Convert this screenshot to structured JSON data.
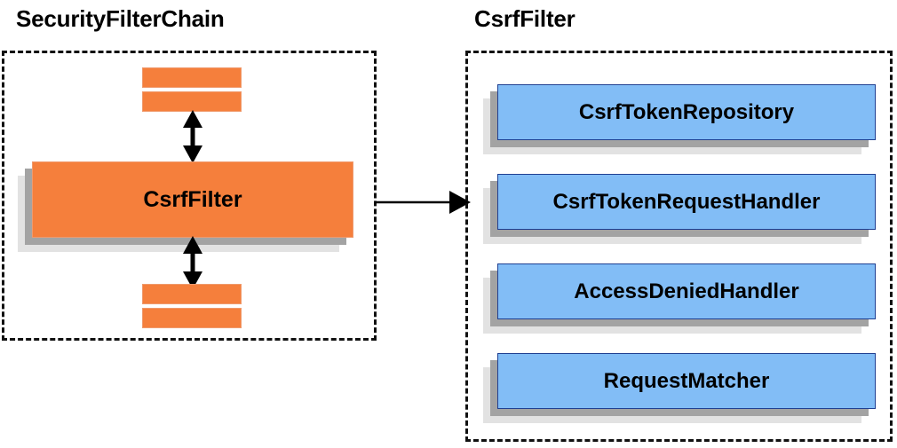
{
  "diagram": {
    "type": "component-diagram",
    "background_color": "#ffffff",
    "panels": [
      {
        "id": "security-filter-chain",
        "title": "SecurityFilterChain",
        "border_style": "dashed",
        "border_color": "#111111",
        "items": [
          {
            "id": "filter-bar-top-1",
            "label": "",
            "color": "#f57f3c"
          },
          {
            "id": "filter-bar-top-2",
            "label": "",
            "color": "#f57f3c"
          },
          {
            "id": "csrf-filter",
            "label": "CsrfFilter",
            "color": "#f57f3c"
          },
          {
            "id": "filter-bar-bottom-1",
            "label": "",
            "color": "#f57f3c"
          },
          {
            "id": "filter-bar-bottom-2",
            "label": "",
            "color": "#f57f3c"
          }
        ],
        "connectors": [
          {
            "id": "link-above-csrf-filter",
            "style": "double-headed-vertical-arrow",
            "color": "#000000"
          },
          {
            "id": "link-below-csrf-filter",
            "style": "double-headed-vertical-arrow",
            "color": "#000000"
          }
        ]
      },
      {
        "id": "csrf-filter-detail",
        "title": "CsrfFilter",
        "border_style": "dashed",
        "border_color": "#111111",
        "items": [
          {
            "id": "csrf-token-repository",
            "label": "CsrfTokenRepository",
            "color": "#82bdf6"
          },
          {
            "id": "csrf-token-request-handler",
            "label": "CsrfTokenRequestHandler",
            "color": "#82bdf6"
          },
          {
            "id": "access-denied-handler",
            "label": "AccessDeniedHandler",
            "color": "#82bdf6"
          },
          {
            "id": "request-matcher",
            "label": "RequestMatcher",
            "color": "#82bdf6"
          }
        ]
      }
    ],
    "cross_panel_connector": {
      "id": "csrf-filter-to-detail",
      "style": "single-headed-horizontal-arrow",
      "color": "#000000",
      "from": "csrf-filter",
      "to": "csrf-filter-detail"
    },
    "colors": {
      "orange_fill": "#f57f3c",
      "orange_border": "#ef9a6d",
      "blue_fill": "#82bdf6",
      "blue_border": "#1f3f91",
      "shadow_near": "#a3a3a3",
      "shadow_far": "#e2e2e2",
      "text": "#000000"
    }
  }
}
